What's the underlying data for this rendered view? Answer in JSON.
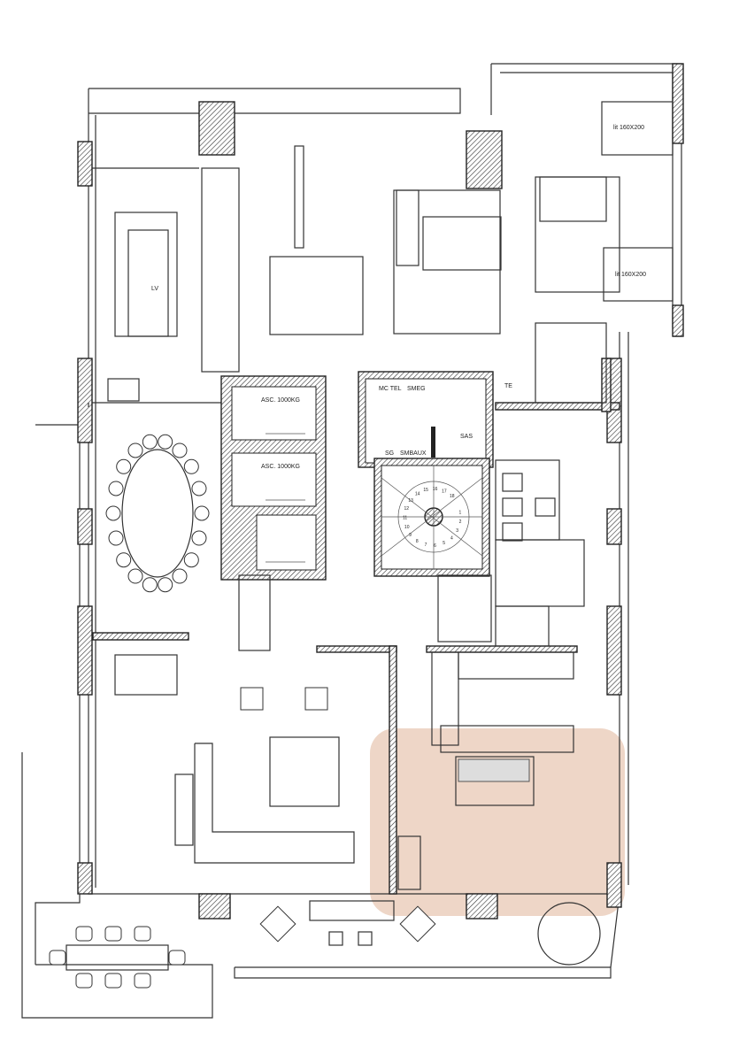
{
  "plan": {
    "labels": {
      "laundry": "LV",
      "elevator_1": "ASC. 1000KG",
      "elevator_2": "ASC. 1000KG",
      "mc_tel": "MC TEL",
      "smeg": "SMEG",
      "sas": "SAS",
      "te": "TE",
      "sg": "SG",
      "smbaux": "SMBAUX",
      "bed_1": "lit 160X200",
      "bed_2": "lit 160X200"
    },
    "stair_numbers": [
      "1",
      "2",
      "3",
      "4",
      "5",
      "6",
      "7",
      "8",
      "9",
      "10",
      "11",
      "12",
      "13",
      "14",
      "15",
      "16",
      "17",
      "18"
    ],
    "highlight_color": "#e8c8b4"
  }
}
